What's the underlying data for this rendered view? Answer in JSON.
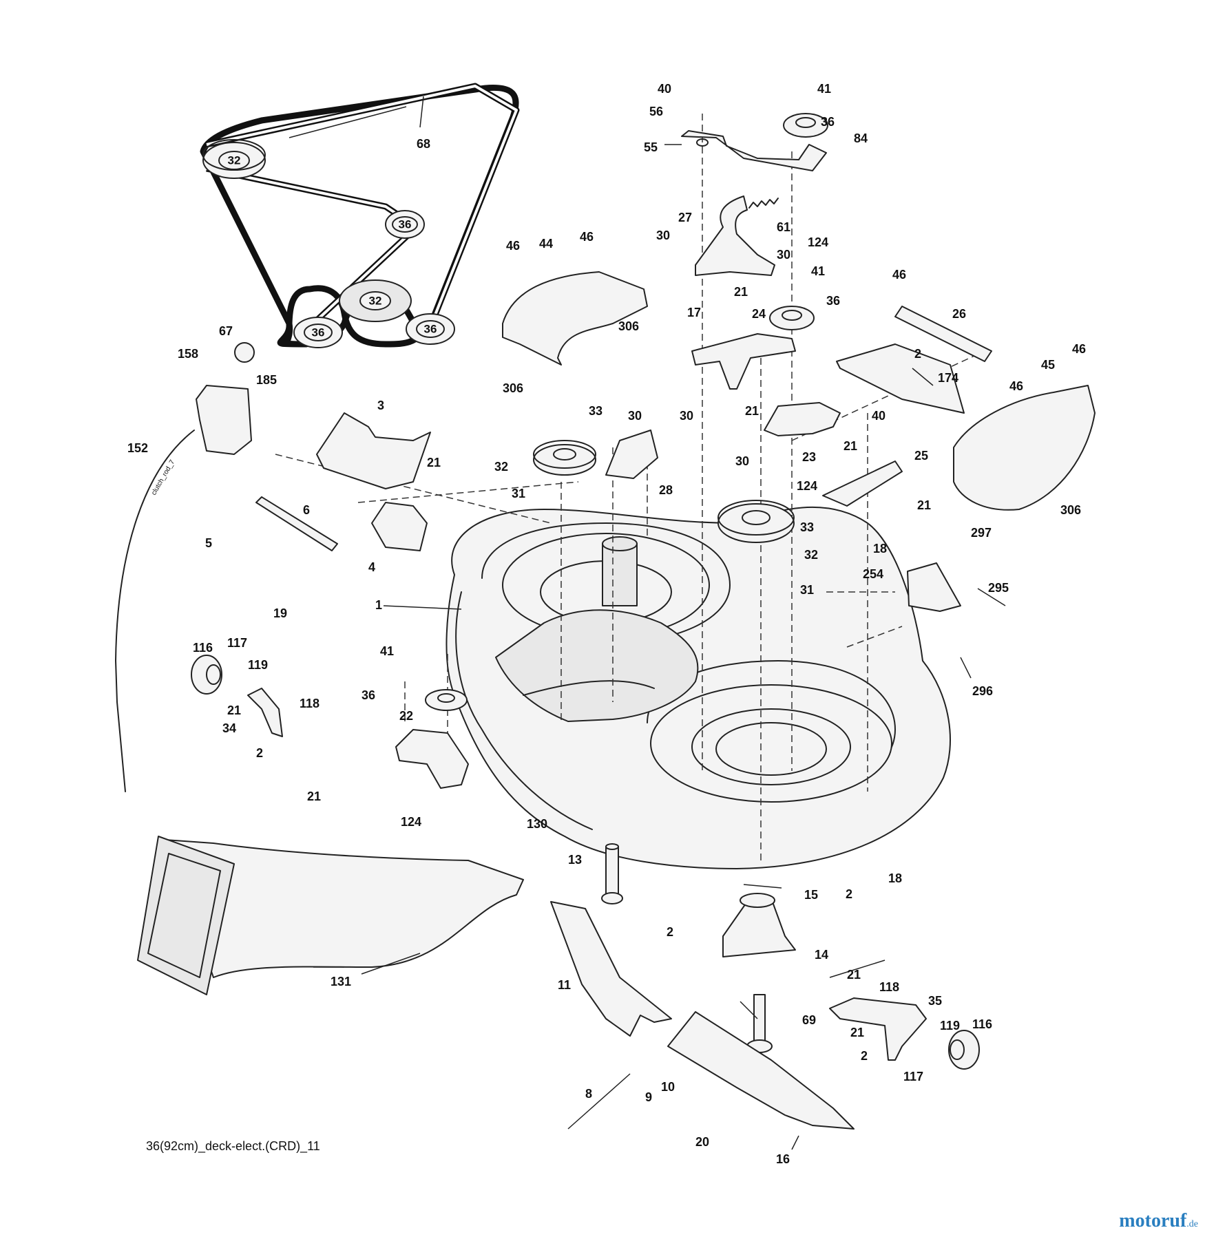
{
  "diagram": {
    "caption": "36(92cm)_deck-elect.(CRD)_11",
    "watermark": "motoruf",
    "watermark_tld": ".de",
    "cable_text": "clutch_rod_7",
    "belt_pulleys": [
      "32",
      "36",
      "32",
      "36",
      "36"
    ],
    "callouts": {
      "c1": "1",
      "c2a": "2",
      "c2b": "2",
      "c2c": "2",
      "c2d": "2",
      "c2e": "2",
      "c3": "3",
      "c4": "4",
      "c5": "5",
      "c6": "6",
      "c8": "8",
      "c9": "9",
      "c10": "10",
      "c11": "11",
      "c13": "13",
      "c14": "14",
      "c15": "15",
      "c16": "16",
      "c17": "17",
      "c18a": "18",
      "c18b": "18",
      "c19": "19",
      "c20": "20",
      "c21a": "21",
      "c21b": "21",
      "c21c": "21",
      "c21d": "21",
      "c21e": "21",
      "c21f": "21",
      "c21g": "21",
      "c21h": "21",
      "c21i": "21",
      "c22": "22",
      "c23": "23",
      "c24": "24",
      "c25": "25",
      "c26": "26",
      "c27": "27",
      "c28": "28",
      "c30a": "30",
      "c30b": "30",
      "c30c": "30",
      "c30d": "30",
      "c30e": "30",
      "c31a": "31",
      "c31b": "31",
      "c32a": "32",
      "c32b": "32",
      "c33a": "33",
      "c33b": "33",
      "c34": "34",
      "c35": "35",
      "c36a": "36",
      "c36b": "36",
      "c36c": "36",
      "c40a": "40",
      "c40b": "40",
      "c41a": "41",
      "c41b": "41",
      "c41c": "41",
      "c44": "44",
      "c45": "45",
      "c46a": "46",
      "c46b": "46",
      "c46c": "46",
      "c46d": "46",
      "c46e": "46",
      "c55": "55",
      "c56": "56",
      "c61": "61",
      "c67": "67",
      "c68": "68",
      "c69": "69",
      "c84": "84",
      "c116a": "116",
      "c116b": "116",
      "c117a": "117",
      "c117b": "117",
      "c118a": "118",
      "c118b": "118",
      "c119a": "119",
      "c119b": "119",
      "c124a": "124",
      "c124b": "124",
      "c124c": "124",
      "c130": "130",
      "c131": "131",
      "c152": "152",
      "c158": "158",
      "c174": "174",
      "c185": "185",
      "c254": "254",
      "c295": "295",
      "c296": "296",
      "c297": "297",
      "c306a": "306",
      "c306b": "306",
      "c306c": "306"
    }
  }
}
